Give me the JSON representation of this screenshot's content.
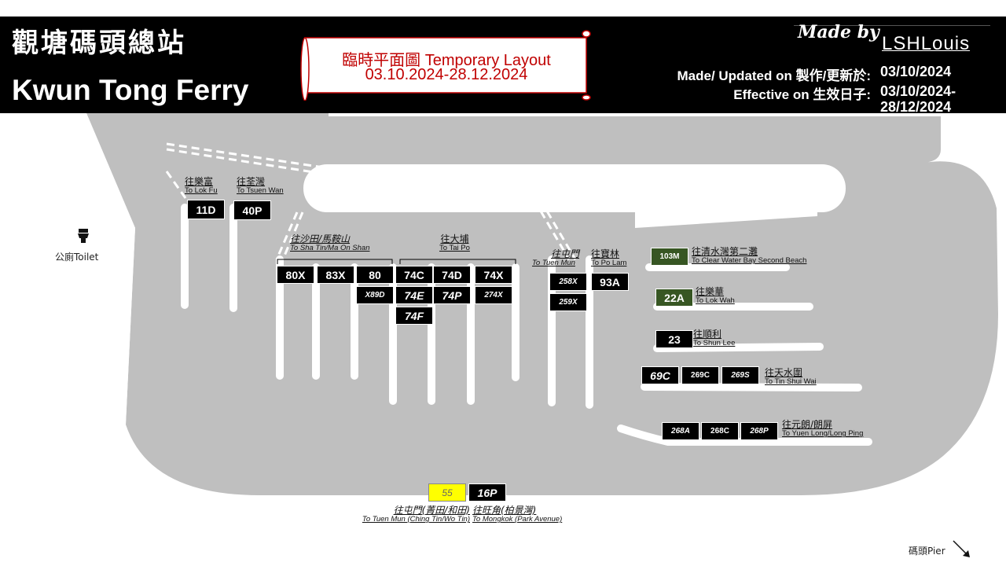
{
  "header": {
    "title_zh": "觀塘碼頭總站",
    "title_en": "Kwun Tong Ferry",
    "notice_line1": "臨時平面圖 Temporary Layout",
    "notice_line2": "03.10.2024-28.12.2024",
    "made_by": "Made by",
    "author": "LSHLouis",
    "updated_label": "Made/ Updated on 製作/更新於:",
    "updated_value": "03/10/2024",
    "effective_label": "Effective on 生效日子:",
    "effective_value_1": "03/10/2024-",
    "effective_value_2": "28/12/2024"
  },
  "colors": {
    "header_bg": "#000000",
    "road": "#bfbfbf",
    "route_black": "#000000",
    "route_green": "#375623",
    "route_yellow": "#ffff00",
    "notice_red": "#c00000"
  },
  "facilities": {
    "toilet_icon": "toilet-icon",
    "toilet": "公廁Toilet",
    "pier": "碼頭Pier",
    "pier_icon": "arrow-down-right-icon"
  },
  "destinations": {
    "lok_fu": {
      "zh": "往樂富",
      "en": "To Lok Fu"
    },
    "tsuen_wan": {
      "zh": "往荃灣",
      "en": "To Tsuen Wan"
    },
    "sha_tin": {
      "zh": "往沙田/馬鞍山",
      "en": "To Sha Tin/Ma On Shan"
    },
    "tai_po": {
      "zh": "往大埔",
      "en": "To Tai Po"
    },
    "tuen_mun": {
      "zh": "往屯門",
      "en": "To Tuen Mun"
    },
    "po_lam": {
      "zh": "往寶林",
      "en": "To Po Lam"
    },
    "clear_water_bay": {
      "zh": "往清水灣第二灘",
      "en": "To Clear Water Bay Second Beach"
    },
    "lok_wah": {
      "zh": "往樂華",
      "en": "To Lok Wah"
    },
    "shun_lee": {
      "zh": "往順利",
      "en": "To Shun Lee"
    },
    "tin_shui_wai": {
      "zh": "往天水圍",
      "en": "To Tin Shui Wai"
    },
    "yuen_long": {
      "zh": "往元朗/朗屏",
      "en": "To Yuen Long/Long Ping"
    },
    "tuen_mun_ct": {
      "zh": "往屯門(菁田/和田)",
      "en": "To Tuen Mun (Ching Tin/Wo Tin)"
    },
    "mongkok": {
      "zh": "往旺角(柏景灣)",
      "en": "To Mongkok (Park Avenue)"
    }
  },
  "routes": {
    "r11D": "11D",
    "r40P": "40P",
    "r80X": "80X",
    "r83X": "83X",
    "r80": "80",
    "rX89D": "X89D",
    "r74C": "74C",
    "r74D": "74D",
    "r74X": "74X",
    "r74E": "74E",
    "r74P": "74P",
    "r274X": "274X",
    "r74F": "74F",
    "r258X": "258X",
    "r259X": "259X",
    "r93A": "93A",
    "r103M": "103M",
    "r22A": "22A",
    "r23": "23",
    "r69C": "69C",
    "r269C": "269C",
    "r269S": "269S",
    "r268A": "268A",
    "r268C": "268C",
    "r268P": "268P",
    "r55": "55",
    "r16P": "16P"
  }
}
